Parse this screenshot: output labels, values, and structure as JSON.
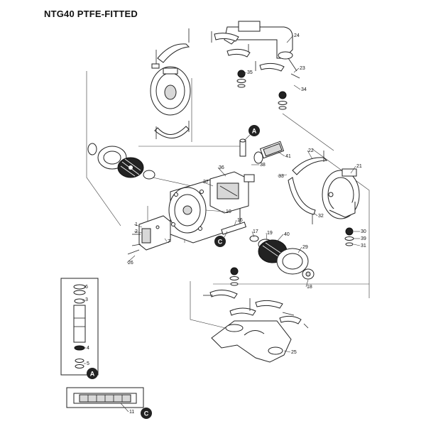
{
  "title": "NTG40 PTFE-FITTED",
  "parts": [
    {
      "id": "p24",
      "num": "24"
    },
    {
      "id": "p23",
      "num": "23"
    },
    {
      "id": "p35",
      "num": "35"
    },
    {
      "id": "p34",
      "num": "34"
    },
    {
      "id": "p41",
      "num": "41"
    },
    {
      "id": "p36",
      "num": "36"
    },
    {
      "id": "p38",
      "num": "38"
    },
    {
      "id": "p37",
      "num": "37"
    },
    {
      "id": "p33",
      "num": "33"
    },
    {
      "id": "p22",
      "num": "22"
    },
    {
      "id": "p21",
      "num": "21"
    },
    {
      "id": "p10",
      "num": "10"
    },
    {
      "id": "p16",
      "num": "16"
    },
    {
      "id": "p32",
      "num": "32"
    },
    {
      "id": "p1",
      "num": "1"
    },
    {
      "id": "p2",
      "num": "2"
    },
    {
      "id": "p7",
      "num": "7"
    },
    {
      "id": "p26",
      "num": "26"
    },
    {
      "id": "p17",
      "num": "17"
    },
    {
      "id": "p19",
      "num": "19"
    },
    {
      "id": "p40",
      "num": "40"
    },
    {
      "id": "p30",
      "num": "30"
    },
    {
      "id": "p39",
      "num": "39"
    },
    {
      "id": "p31",
      "num": "31"
    },
    {
      "id": "p29",
      "num": "29"
    },
    {
      "id": "p18",
      "num": "18"
    },
    {
      "id": "p25",
      "num": "25"
    },
    {
      "id": "p6",
      "num": "6"
    },
    {
      "id": "p3",
      "num": "3"
    },
    {
      "id": "p4",
      "num": "4"
    },
    {
      "id": "p5",
      "num": "5"
    },
    {
      "id": "p11",
      "num": "11"
    }
  ],
  "callouts": {
    "a": "A",
    "c": "C"
  }
}
